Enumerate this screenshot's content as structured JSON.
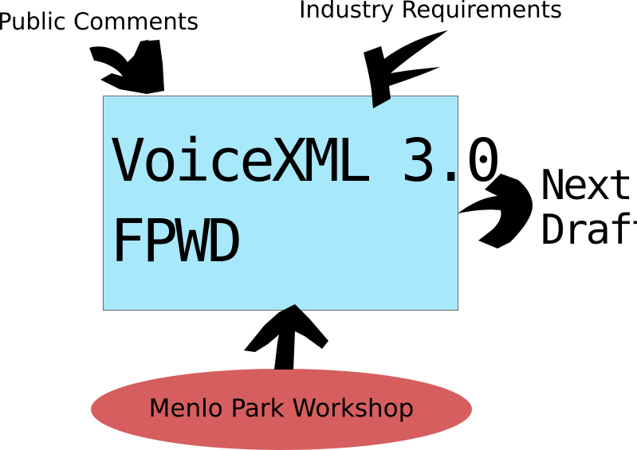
{
  "diagram": {
    "box": {
      "title": "VoiceXML 3.0",
      "subtitle": "FPWD",
      "fill": "#a8e8fb"
    },
    "inputs": {
      "public_comments": "Public Comments",
      "industry_requirements": "Industry Requirements"
    },
    "output": {
      "line1": "Next",
      "line2": "Draft"
    },
    "workshop": {
      "label": "Menlo Park Workshop",
      "fill": "#d65e5e"
    },
    "arrow_color": "#000000"
  }
}
